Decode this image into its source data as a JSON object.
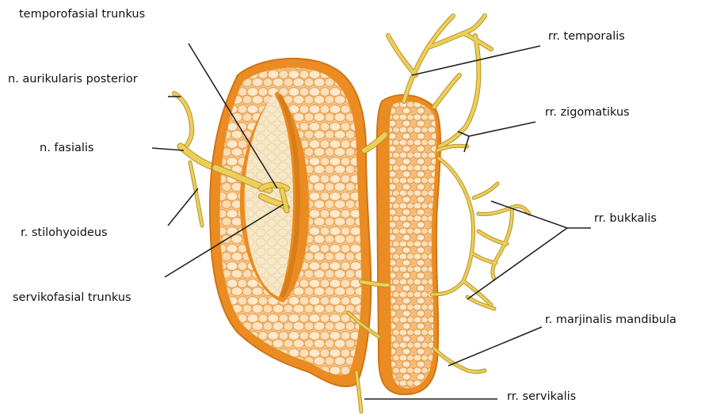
{
  "labels": {
    "temporofasial_trunkus": "temporofasial trunkus",
    "n_aurikularis_posterior": "n. aurikularis posterior",
    "n_fasialis": "n. fasialis",
    "r_stilohyoideus": "r. stilohyoideus",
    "servikofasial_trunkus": "servikofasial trunkus",
    "rr_temporalis": "rr. temporalis",
    "rr_zigomatikus": "rr. zigomatikus",
    "rr_bukkalis": "rr. bukkalis",
    "r_marjinalis_mandibula": "r. marjinalis mandibula",
    "rr_servikalis": "rr. servikalis"
  },
  "colors": {
    "gland_dark": "#e8891f",
    "gland_mid": "#f3b063",
    "gland_light": "#fbe3bf",
    "cut_surface": "#f6e7c8",
    "nerve": "#e9c84a",
    "nerve_outline": "#b8932a",
    "leader_line": "#222222",
    "text": "#111111"
  }
}
